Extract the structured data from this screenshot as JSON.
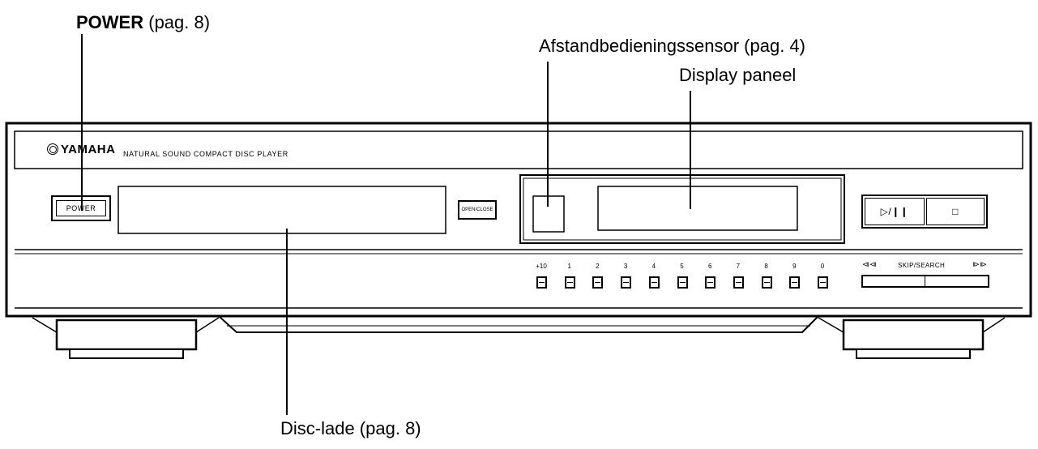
{
  "callouts": {
    "power_bold": "POWER",
    "power_suffix": " (pag. 8)",
    "remote_sensor": "Afstandbedieningssensor (pag. 4)",
    "display": "Display paneel",
    "disc_tray": "Disc-lade (pag. 8)"
  },
  "panel": {
    "brand": "YAMAHA",
    "subtitle": "NATURAL SOUND  COMPACT DISC PLAYER",
    "power_button": "POWER",
    "open_close_button": "OPEN/CLOSE",
    "play_pause_button": "▷/❙❙",
    "stop_button": "□",
    "skip_search_label": "SKIP/SEARCH",
    "skip_back_icon": "⧏⧏",
    "skip_forward_icon": "⧐⧐",
    "number_keys": [
      "+10",
      "1",
      "2",
      "3",
      "4",
      "5",
      "6",
      "7",
      "8",
      "9",
      "0"
    ]
  }
}
